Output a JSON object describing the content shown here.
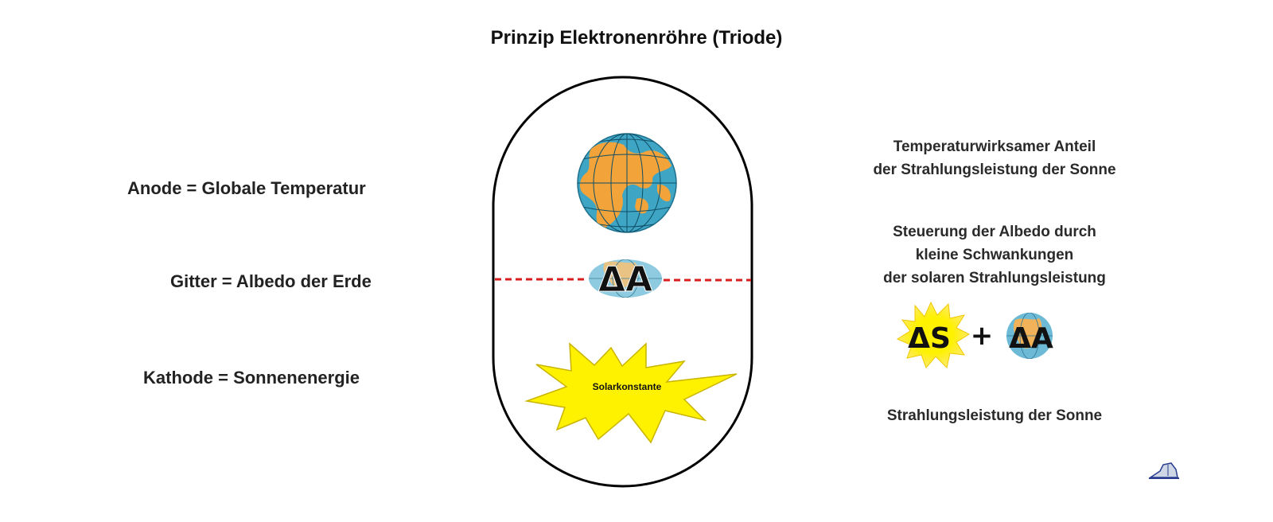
{
  "title": "Prinzip Elektronenröhre (Triode)",
  "left_labels": {
    "anode": "Anode = Globale  Temperatur",
    "gitter": "Gitter = Albedo der Erde",
    "kathode": "Kathode = Sonnenenergie"
  },
  "right_labels": {
    "block1": [
      "Temperaturwirksamer Anteil",
      "der Strahlungsleistung der Sonne"
    ],
    "block2": [
      "Steuerung der Albedo durch",
      "kleine Schwankungen",
      "der solaren Strahlungsleistung"
    ],
    "block3": "Strahlungsleistung der Sonne"
  },
  "tube": {
    "grid_symbol": "ΔA",
    "sun_label": "Solarkonstante"
  },
  "formula": {
    "delta_s": "ΔS",
    "plus": "+",
    "delta_a": "ΔA"
  },
  "colors": {
    "grid_line": "#d81e1e",
    "sun_fill": "#fff200",
    "sun_stroke": "#c9b400",
    "ocean": "#3fa5c4",
    "land": "#f2a33a"
  },
  "icons": [
    "earth-globe-icon",
    "sun-star-icon",
    "logo-icon"
  ]
}
